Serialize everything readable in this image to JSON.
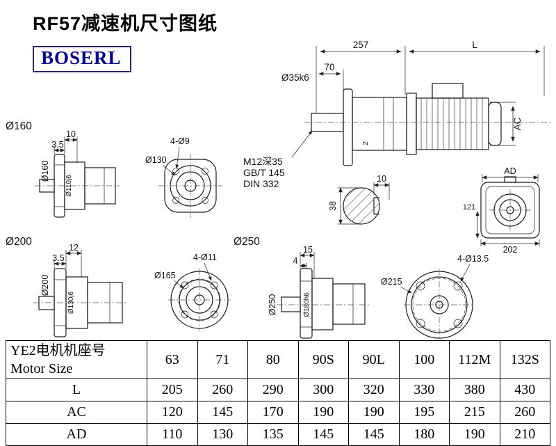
{
  "page": {
    "title": "RF57减速机尺寸图纸",
    "logo": "BOSERL"
  },
  "colors": {
    "logo_text": "#00008b",
    "logo_border": "#26266e",
    "line": "#1a1a1a"
  },
  "dims": {
    "main_257": "257",
    "main_L": "L",
    "main_70": "70",
    "main_shaft": "Ø35k6",
    "main_AC": "AC",
    "main_2": "2",
    "note_m12": "M12深35",
    "note_gbt": "GB/T 145",
    "note_din": "DIN 332",
    "v160_label": "Ø160",
    "v160_10": "10",
    "v160_35": "3.5",
    "v160_d160": "Ø160",
    "v160_d110": "Ø110j6",
    "f130_holes": "4-Ø9",
    "f130_d130": "Ø130",
    "sec_10": "10",
    "sec_38": "38",
    "rear_AD": "AD",
    "rear_121": "121",
    "rear_202": "202",
    "v200_label": "Ø200",
    "v200_12": "12",
    "v200_35": "3.5",
    "v200_d200": "Ø200",
    "v200_d130": "Ø130j6",
    "f165_area": "Ø250",
    "f165_holes": "4-Ø11",
    "f165_d165": "Ø165",
    "v250_15": "15",
    "v250_4": "4",
    "v250_d250": "Ø250",
    "v250_d180": "Ø180h6",
    "f215_holes": "4-Ø13.5",
    "f215_d215": "Ø215"
  },
  "table": {
    "header_cn": "YE2电机机座号",
    "header_en": "Motor Size",
    "sizes": [
      "63",
      "71",
      "80",
      "90S",
      "90L",
      "100",
      "112M",
      "132S"
    ],
    "rows": [
      {
        "label": "L",
        "values": [
          "205",
          "260",
          "290",
          "300",
          "320",
          "330",
          "380",
          "430"
        ]
      },
      {
        "label": "AC",
        "values": [
          "120",
          "145",
          "170",
          "190",
          "190",
          "195",
          "215",
          "260"
        ]
      },
      {
        "label": "AD",
        "values": [
          "110",
          "130",
          "135",
          "145",
          "145",
          "180",
          "190",
          "210"
        ]
      }
    ]
  }
}
